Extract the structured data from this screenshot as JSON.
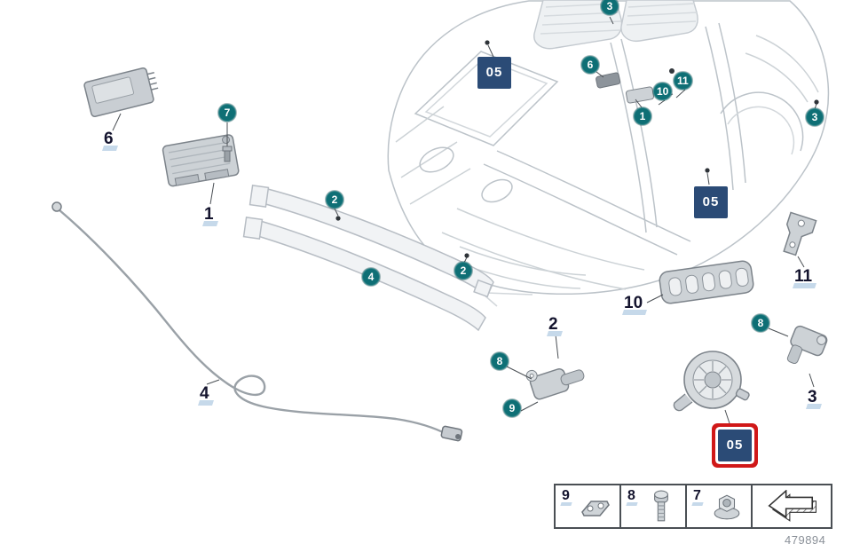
{
  "colors": {
    "callout-bg": "#0e6f75",
    "badge-bg": "#2b4b76",
    "badge-highlight": "#d01818",
    "label-underline": "#c6d9ea",
    "label-color": "#14142e"
  },
  "callouts": {
    "c3_top": "3",
    "c6_seat": "6",
    "c10_pillar": "10",
    "c11_pillar": "11",
    "c1_floor": "1",
    "c3_right": "3",
    "c7_screw": "7",
    "c2_front_left": "2",
    "c2_front_mid": "2",
    "c4_bumper": "4",
    "c8_sensor2": "8",
    "c9_sensor2": "9",
    "c8_sensor3": "8"
  },
  "part_labels": {
    "p6": "6",
    "p1": "1",
    "p4": "4",
    "p2": "2",
    "p10": "10",
    "p11": "11",
    "p3": "3"
  },
  "badges": {
    "b1": "05",
    "b2": "05",
    "b3": "05"
  },
  "legend": {
    "items": [
      {
        "num": "9"
      },
      {
        "num": "8"
      },
      {
        "num": "7"
      },
      {
        "num": ""
      }
    ]
  },
  "footer": {
    "doc_number": "479894"
  }
}
